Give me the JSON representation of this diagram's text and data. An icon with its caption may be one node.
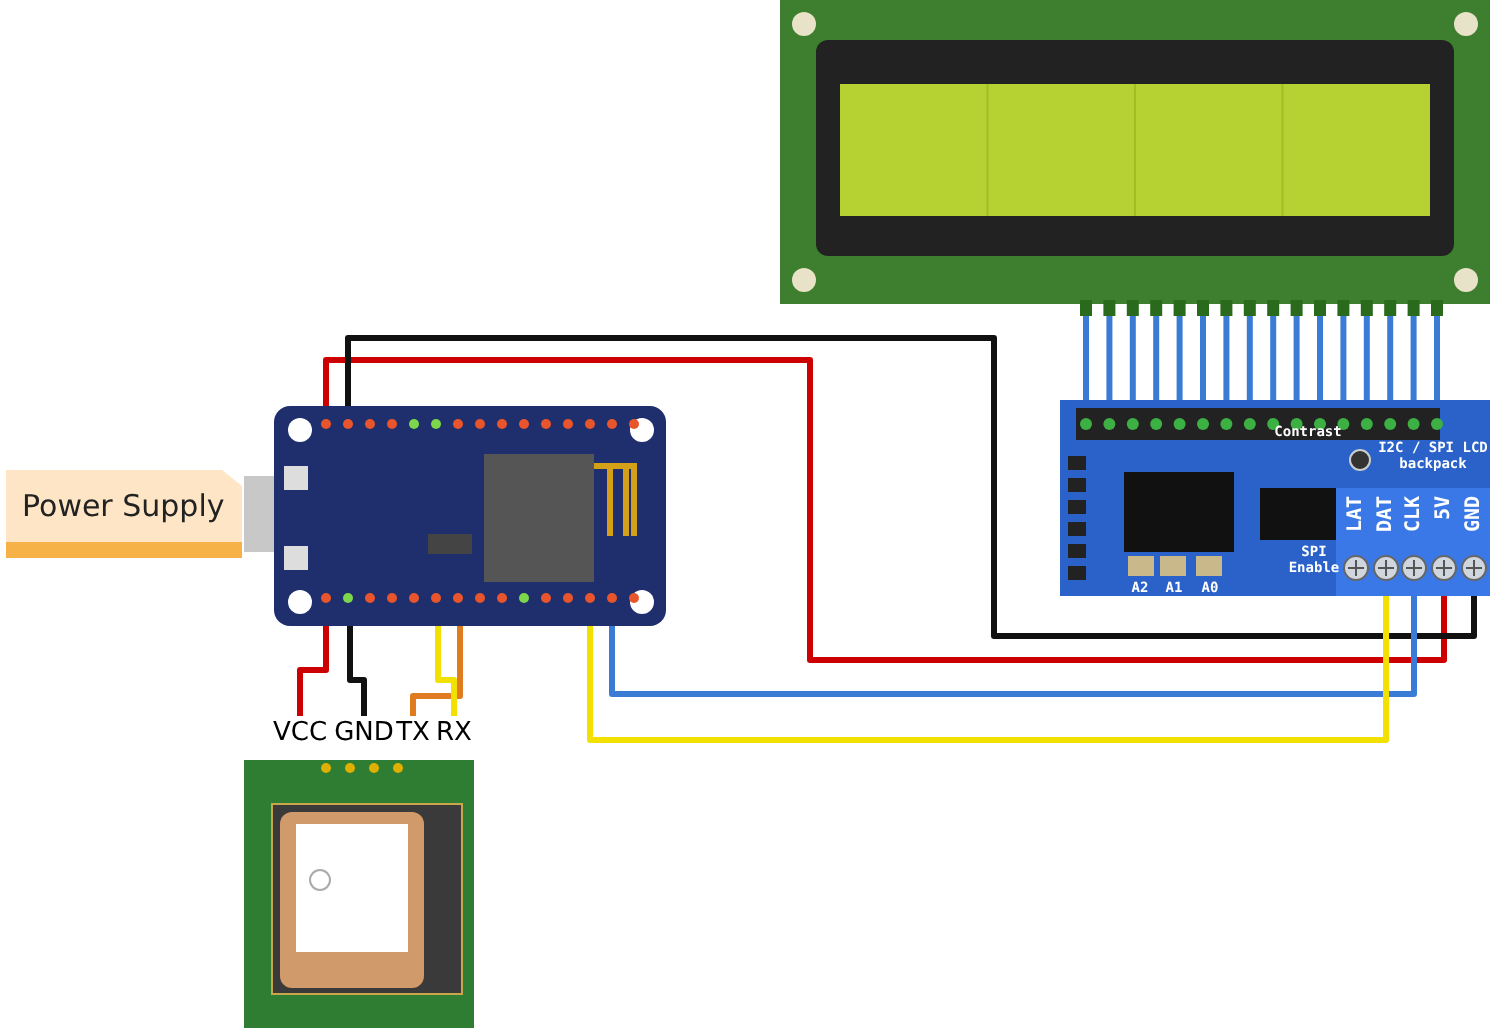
{
  "diagram": {
    "nodes": [
      {
        "text": [],
        "shape": "picture"
      },
      {
        "text": [
          "Power Supply"
        ]
      },
      {
        "text": [],
        "shape": "picture"
      },
      {
        "text": [
          "Contrast",
          "I2C / SPI LCD backpack",
          "SPI Enable",
          "A2",
          "A1",
          "A0"
        ]
      },
      {
        "text": [
          "LAT"
        ],
        "in": 3
      },
      {
        "text": [
          "DAT"
        ],
        "in": 3
      },
      {
        "text": [
          "CLK"
        ],
        "in": 3
      },
      {
        "text": [
          "5V"
        ],
        "in": 3
      },
      {
        "text": [
          "GND"
        ],
        "in": 3
      },
      {
        "text": [],
        "shape": "picture"
      },
      {
        "text": [
          "VCC"
        ]
      },
      {
        "text": [
          "GND"
        ]
      },
      {
        "text": [
          "TX"
        ]
      },
      {
        "text": [
          "RX"
        ]
      }
    ],
    "edges": [
      {
        "from": 0,
        "to": 3,
        "arrow": "none"
      },
      {
        "from": 0,
        "to": 3,
        "arrow": "none"
      },
      {
        "from": 0,
        "to": 3,
        "arrow": "none"
      },
      {
        "from": 0,
        "to": 3,
        "arrow": "none"
      },
      {
        "from": 0,
        "to": 3,
        "arrow": "none"
      },
      {
        "from": 0,
        "to": 3,
        "arrow": "none"
      },
      {
        "from": 0,
        "to": 3,
        "arrow": "none"
      },
      {
        "from": 0,
        "to": 3,
        "arrow": "none"
      },
      {
        "from": 0,
        "to": 3,
        "arrow": "none"
      },
      {
        "from": 0,
        "to": 3,
        "arrow": "none"
      },
      {
        "from": 0,
        "to": 3,
        "arrow": "none"
      },
      {
        "from": 0,
        "to": 3,
        "arrow": "none"
      },
      {
        "from": 0,
        "to": 3,
        "arrow": "none"
      },
      {
        "from": 0,
        "to": 3,
        "arrow": "none"
      },
      {
        "from": 0,
        "to": 3,
        "arrow": "none"
      },
      {
        "from": 0,
        "to": 3,
        "arrow": "none"
      },
      {
        "from": 2,
        "to": 7,
        "arrow": "none",
        "color": "#cc0000"
      },
      {
        "from": 2,
        "to": 8,
        "arrow": "none",
        "color": "#111111"
      },
      {
        "from": 2,
        "to": 6,
        "arrow": "none"
      },
      {
        "from": 2,
        "to": 5,
        "arrow": "none",
        "color": "#f2e000"
      },
      {
        "from": 2,
        "to": 10,
        "arrow": "none",
        "color": "#cc0000"
      },
      {
        "from": 2,
        "to": 11,
        "arrow": "none",
        "color": "#111111"
      },
      {
        "from": 2,
        "to": 12,
        "arrow": "none",
        "color": "#e07b1f"
      },
      {
        "from": 2,
        "to": 13,
        "arrow": "none",
        "color": "#f2e000"
      }
    ]
  }
}
